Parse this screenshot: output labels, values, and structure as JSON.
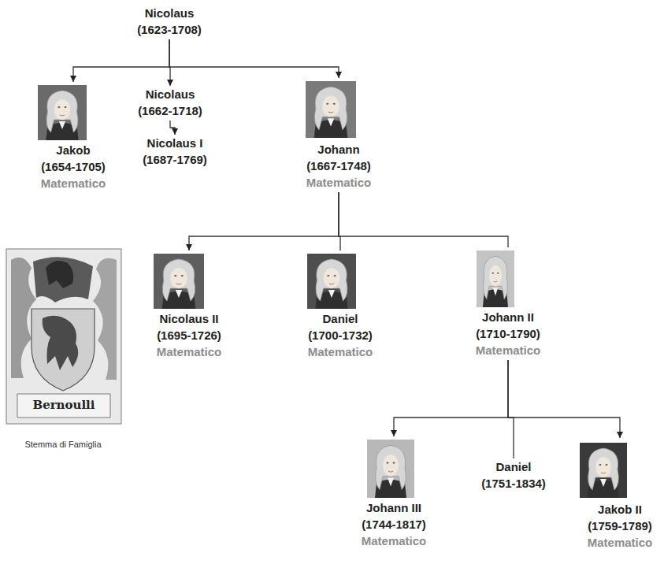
{
  "diagram": {
    "nodes": [
      {
        "text": [
          "Nicolaus",
          "(1623-1708)"
        ]
      },
      {
        "text": [
          "Jakob",
          "(1654-1705)",
          "Matematico"
        ]
      },
      {
        "text": [
          "Nicolaus",
          "(1662-1718)"
        ]
      },
      {
        "text": [
          "Nicolaus I",
          "(1687-1769)"
        ]
      },
      {
        "text": [
          "Johann",
          "(1667-1748)",
          "Matematico"
        ]
      },
      {
        "text": [
          "Nicolaus II",
          "(1695-1726)",
          "Matematico"
        ]
      },
      {
        "text": [
          "Daniel",
          "(1700-1732)",
          "Matematico"
        ]
      },
      {
        "text": [
          "Johann II",
          "(1710-1790)",
          "Matematico"
        ]
      },
      {
        "text": [
          "Johann III",
          "(1744-1817)",
          "Matematico"
        ]
      },
      {
        "text": [
          "Daniel",
          "(1751-1834)"
        ]
      },
      {
        "text": [
          "Jakob II",
          "(1759-1789)",
          "Matematico"
        ]
      }
    ],
    "edges": [
      {
        "from": 0,
        "to": 1,
        "arrow": "to"
      },
      {
        "from": 0,
        "to": 2,
        "arrow": "to"
      },
      {
        "from": 0,
        "to": 4,
        "arrow": "to"
      },
      {
        "from": 2,
        "to": 3,
        "arrow": "to"
      },
      {
        "from": 4,
        "to": 5,
        "arrow": "to"
      },
      {
        "from": 4,
        "to": 6,
        "arrow": "none"
      },
      {
        "from": 4,
        "to": 7,
        "arrow": "none"
      },
      {
        "from": 7,
        "to": 8,
        "arrow": "to"
      },
      {
        "from": 7,
        "to": 9,
        "arrow": "none"
      },
      {
        "from": 7,
        "to": 10,
        "arrow": "to"
      }
    ],
    "labels": [
      "Bernoulli",
      "Stemma di Famiglia"
    ]
  }
}
